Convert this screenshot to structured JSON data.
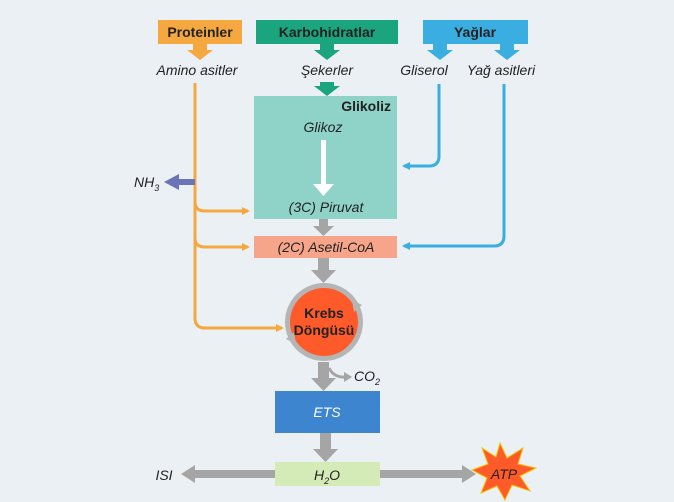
{
  "sources": {
    "proteins": "Proteinler",
    "carbs": "Karbohidratlar",
    "fats": "Yağlar"
  },
  "products": {
    "amino_acids": "Amino asitler",
    "sugars": "Şekerler",
    "glycerol": "Gliserol",
    "fatty_acids": "Yağ asitleri"
  },
  "glycolysis": {
    "title": "Glikoliz",
    "glucose": "Glikoz",
    "pyruvate": "(3C) Piruvat"
  },
  "acetyl_coa": "(2C) Asetil-CoA",
  "krebs": {
    "line1": "Krebs",
    "line2": "Döngüsü"
  },
  "ammonia": {
    "base": "NH",
    "sub": "3"
  },
  "co2": {
    "base": "CO",
    "sub": "2"
  },
  "ets": "ETS",
  "water": {
    "base": "H",
    "sub": "2",
    "tail": "O"
  },
  "heat": "ISI",
  "atp": "ATP",
  "colors": {
    "orange": "#f5a840",
    "green": "#1aa57f",
    "blue": "#3aaee0",
    "teal_box": "#8fd3c8",
    "salmon": "#f7a58a",
    "krebs_red": "#ff5a2a",
    "ets_blue": "#3d86cf",
    "water_green": "#d4ebb8",
    "gray": "#a5a5a5",
    "purple": "#6c74b8"
  }
}
